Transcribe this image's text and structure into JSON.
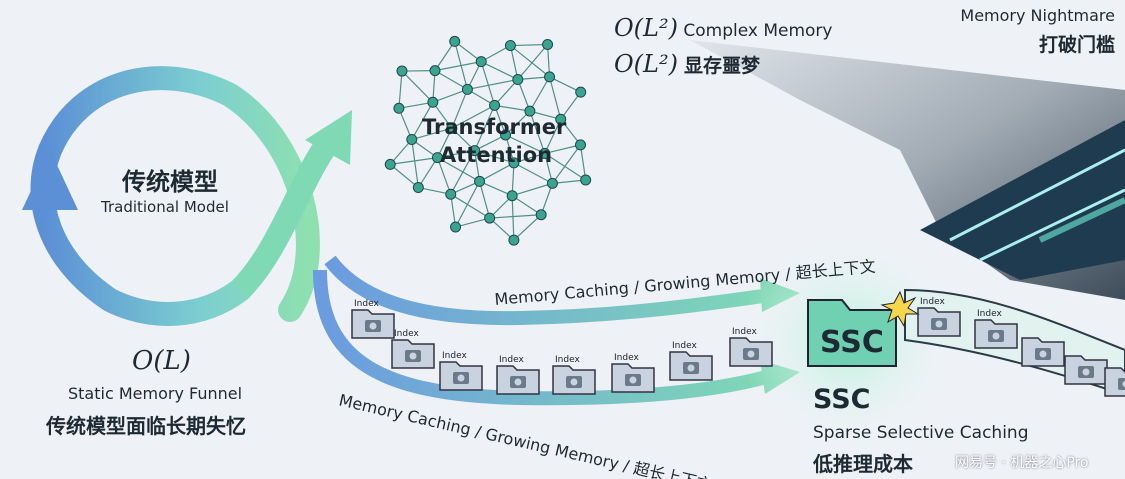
{
  "traditional": {
    "title_cn": "传统模型",
    "title_en": "Traditional Model",
    "complexity": "O(L)",
    "caption_en": "Static Memory Funnel",
    "caption_cn": "传统模型面临长期失忆"
  },
  "transformer": {
    "label_line1": "Transformer",
    "label_line2": "Attention",
    "complexity_1": "O(L²)",
    "caption_1": "Complex Memory",
    "complexity_2": "O(L²)",
    "caption_2": "显存噩梦"
  },
  "nightmare": {
    "caption_en": "Memory Nightmare",
    "caption_cn": "打破门槛"
  },
  "arrows": {
    "top_label": "Memory Caching / Growing Memory / 超长上下文",
    "bottom_label": "Memory Caching / Growing Memory / 超长上下文"
  },
  "folders": {
    "index_label": "Index"
  },
  "ssc": {
    "folder_label": "SSC",
    "title": "SSC",
    "caption_en": "Sparse Selective Caching",
    "caption_cn": "低推理成本"
  },
  "watermark": "网易号 · 机器之心Pro",
  "colors": {
    "loop_blue": "#5b8fd6",
    "loop_green": "#6fd3b0",
    "network_node": "#3aa58f",
    "ssc_fill": "#6fd0b2",
    "background": "#eef2f6"
  }
}
